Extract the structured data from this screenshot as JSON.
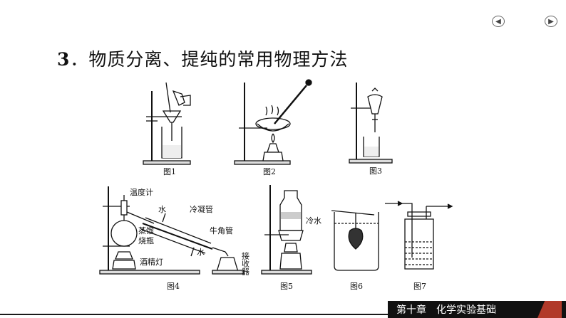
{
  "nav": {
    "prev_icon": "left-arrow-icon",
    "next_icon": "right-arrow-icon"
  },
  "title": {
    "number": "3",
    "text": "．物质分离、提纯的常用物理方法"
  },
  "figures": {
    "fig1": {
      "caption": "图1"
    },
    "fig2": {
      "caption": "图2"
    },
    "fig3": {
      "caption": "图3"
    },
    "fig4": {
      "caption": "图4",
      "labels": {
        "thermometer": "温度计",
        "water_top": "水",
        "condenser": "冷凝管",
        "adapter": "牛角管",
        "flask_line1": "蒸馏",
        "flask_line2": "烧瓶",
        "water_bottom": "水",
        "lamp": "酒精灯",
        "receiver": "接收器"
      }
    },
    "fig5": {
      "caption": "图5",
      "labels": {
        "cold_water": "冷水"
      }
    },
    "fig6": {
      "caption": "图6"
    },
    "fig7": {
      "caption": "图7"
    }
  },
  "footer": {
    "chapter": "第十章",
    "chapter_title": "化学实验基础"
  },
  "colors": {
    "footer_bg": "#111111",
    "footer_accent": "#b13a2a"
  }
}
